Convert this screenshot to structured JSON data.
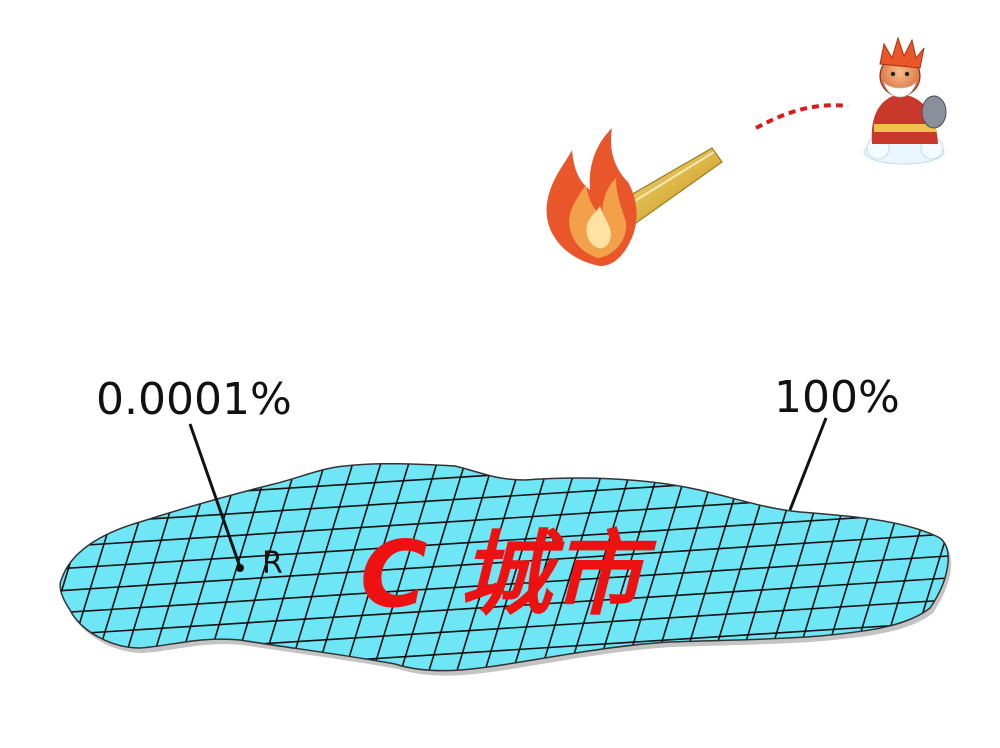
{
  "labels": {
    "left_percent": "0.0001%",
    "right_percent": "100%",
    "point": "R",
    "city": "C 城市"
  },
  "colors": {
    "city_fill": "#6fe6f6",
    "grid": "#111111",
    "city_text": "#ee1111",
    "dashed_line": "#dd1a1a",
    "flame_outer": "#e8562a",
    "flame_inner": "#f3a04a",
    "torch_handle": "#d9b241"
  },
  "icons": {
    "torch": "torch-icon",
    "deity": "fire-deity-icon"
  }
}
